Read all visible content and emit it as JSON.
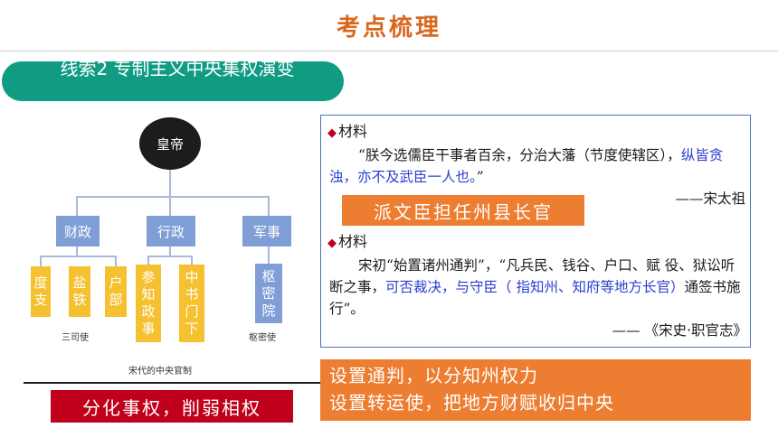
{
  "header": {
    "title": "考点梳理"
  },
  "banner": {
    "text": "线索2 专制主义中央集权演变"
  },
  "org_chart": {
    "emperor": "皇帝",
    "departments": [
      {
        "label": "财政",
        "children": [
          "度支",
          "盐铁",
          "户部"
        ],
        "caption": "三司使"
      },
      {
        "label": "行政",
        "children": [
          "参知政事",
          "中书门下"
        ]
      },
      {
        "label": "军事",
        "children": [
          "枢密院"
        ],
        "caption": "枢密使"
      }
    ],
    "caption": "宋代的中央官制"
  },
  "material1": {
    "heading": "材料",
    "text_plain": "“朕今选儒臣干事者百余，分治大藩（节度使辖区），",
    "text_blue": "纵皆贪浊，亦不及武臣一人也。",
    "text_end": "”",
    "source": "——宋太祖",
    "tag": "派文臣担任州县长官"
  },
  "material2": {
    "heading": "材料",
    "text_plain": "宋初“始置诸州通判”，“凡兵民、钱谷、户口、赋 役、狱讼听断之事，",
    "text_blue": "可否裁决，与守臣（ 指知州、知府等地方长官）",
    "text_end": "通签书施行”。",
    "source": "—— 《宋史·职官志》"
  },
  "conclusions": {
    "line1": "设置通判，以分知州权力",
    "line2": "设置转运使，把地方财赋收归中央"
  },
  "summary": {
    "text": "分化事权，削弱相权"
  },
  "colors": {
    "title": "#d9671c",
    "banner": "#0f9c83",
    "orange": "#ed7d31",
    "red": "#c0001b",
    "chart_blue": "#7f9ed6",
    "chart_yellow": "#f5c131",
    "highlight_text": "#2b3fd0"
  }
}
